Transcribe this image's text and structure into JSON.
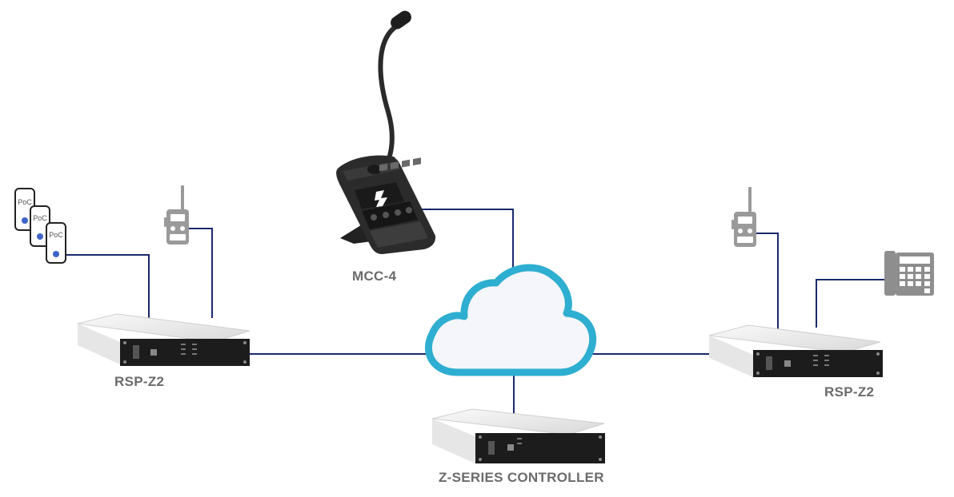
{
  "labels": {
    "mcc": "MCC-4",
    "rsp_left": "RSP-Z2",
    "rsp_right": "RSP-Z2",
    "z_series": "Z-SERIES CONTROLLER"
  },
  "phones": {
    "text": [
      "PoC",
      "PoC",
      "PoC"
    ]
  },
  "colors": {
    "link": "#1a2a6c",
    "cloud_stroke": "#2eaed0",
    "cloud_fill": "#f4f6fb",
    "device_gray": "#9a9a9a",
    "chassis_front": "#1c1c1c"
  },
  "icons": [
    "smartphone-icon",
    "radio-icon",
    "desk-microphone-icon",
    "cloud-icon",
    "rack-unit-icon",
    "desk-phone-icon"
  ]
}
